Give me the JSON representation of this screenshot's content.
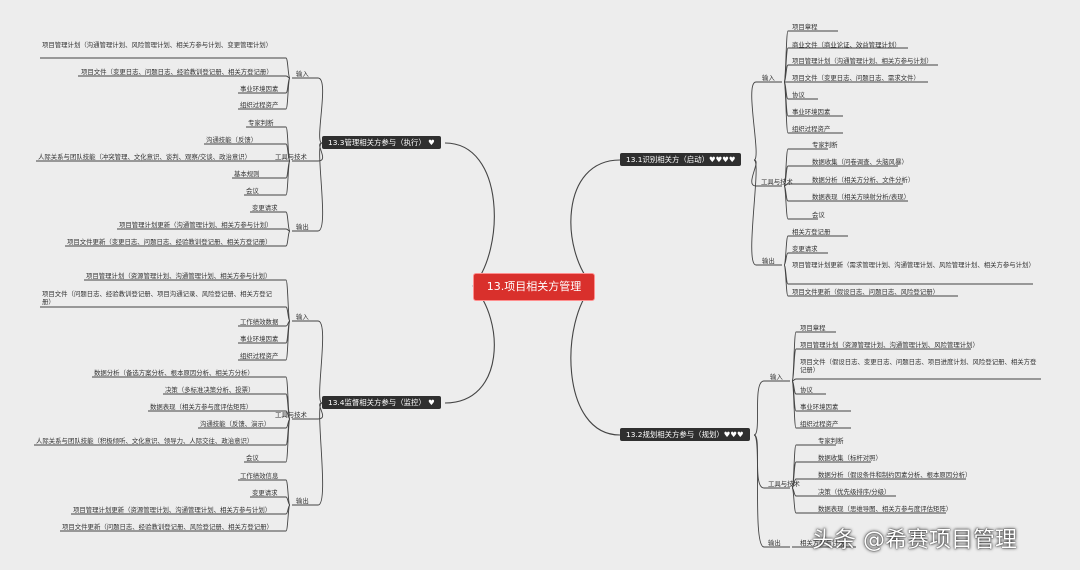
{
  "root": "13.项目相关方管理",
  "watermark": "头条 @希赛项目管理",
  "heart": "♥",
  "g1": {
    "title": "13.1识别相关方（启动）♥♥♥♥",
    "input": "输入",
    "input_items": [
      "项目章程",
      "商业文件（商业论证、效益管理计划）",
      "项目管理计划（沟通管理计划、相关方参与计划）",
      "项目文件（变更日志、问题日志、需求文件）",
      "协议",
      "事业环境因素",
      "组织过程资产"
    ],
    "tools": "工具与技术",
    "tool_items": [
      "专家判断",
      "数据收集（问卷调查、头脑风暴）",
      "数据分析（相关方分析、文件分析）",
      "数据表现（相关方映射分析/表现）",
      "会议"
    ],
    "output": "输出",
    "output_items": [
      "相关方登记册",
      "变更请求",
      "项目管理计划更新（需求管理计划、沟通管理计划、风险管理计划、相关方参与计划）",
      "项目文件更新（假设日志、问题日志、风险登记册）"
    ]
  },
  "g2": {
    "title": "13.2规划相关方参与（规划）♥♥♥",
    "input": "输入",
    "input_items": [
      "项目章程",
      "项目管理计划（资源管理计划、沟通管理计划、风险管理计划）",
      "项目文件（假设日志、变更日志、问题日志、项目进度计划、风险登记册、相关方登记册）",
      "协议",
      "事业环境因素",
      "组织过程资产"
    ],
    "tools": "工具与技术",
    "tool_items": [
      "专家判断",
      "数据收集（标杆对照）",
      "数据分析（假设条件和制约因素分析、根本原因分析）",
      "决策（优先级排序/分级）",
      "数据表现（思维导图、相关方参与度评估矩阵）"
    ],
    "output": "输出",
    "output_items": [
      "相关方参与计划"
    ]
  },
  "g3": {
    "title": "13.3管理相关方参与（执行）",
    "input": "输入",
    "input_items": [
      "项目管理计划（沟通管理计划、风险管理计划、相关方参与计划、变更管理计划）",
      "项目文件（变更日志、问题日志、经验教训登记册、相关方登记册）",
      "事业环境因素",
      "组织过程资产"
    ],
    "tools": "工具与技术",
    "tool_items": [
      "专家判断",
      "沟通技能（反馈）",
      "人际关系与团队技能（冲突管理、文化意识、谈判、观察/交谈、政治意识）",
      "基本规则",
      "会议"
    ],
    "output": "输出",
    "output_items": [
      "变更请求",
      "项目管理计划更新（沟通管理计划、相关方参与计划）",
      "项目文件更新（变更日志、问题日志、经验教训登记册、相关方登记册）"
    ]
  },
  "g4": {
    "title": "13.4监督相关方参与（监控）",
    "input": "输入",
    "input_items": [
      "项目管理计划（资源管理计划、沟通管理计划、相关方参与计划）",
      "项目文件（问题日志、经验教训登记册、项目沟通记录、风险登记册、相关方登记册）",
      "工作绩效数据",
      "事业环境因素",
      "组织过程资产"
    ],
    "tools": "工具与技术",
    "tool_items": [
      "数据分析（备选方案分析、根本原因分析、相关方分析）",
      "决策（多标准决策分析、投票）",
      "数据表现（相关方参与度评估矩阵）",
      "沟通技能（反馈、演示）",
      "人际关系与团队技能（积极倾听、文化意识、领导力、人际交往、政治意识）",
      "会议"
    ],
    "output": "输出",
    "output_items": [
      "工作绩效信息",
      "变更请求",
      "项目管理计划更新（资源管理计划、沟通管理计划、相关方参与计划）",
      "项目文件更新（问题日志、经验教训登记册、风险登记册、相关方登记册）"
    ]
  }
}
